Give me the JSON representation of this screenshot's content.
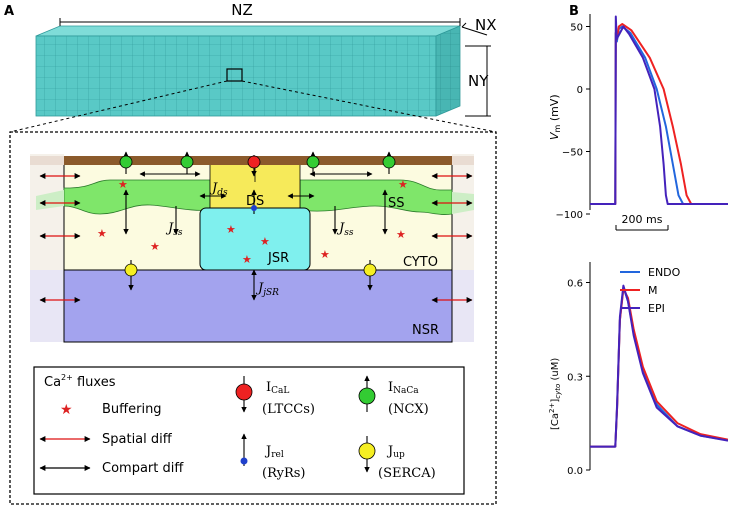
{
  "panel_a": {
    "label": "A",
    "dims": {
      "nz": "NZ",
      "nx": "NX",
      "ny": "NY"
    },
    "compartments": {
      "ds": "DS",
      "ss_left": "SS",
      "ss_right": "SS",
      "jsr": "JSR",
      "cyto": "CYTO",
      "nsr": "NSR"
    },
    "fluxes": {
      "j": "J",
      "ds_sub": "ds",
      "ss_sub": "ss",
      "jsr_sub": "jSR"
    },
    "legend": {
      "title": "Ca",
      "title_sup": "2+",
      "title_suffix": " fluxes",
      "buffering": "Buffering",
      "spatial": "Spatial diff",
      "compart": "Compart diff",
      "ical_name": "I",
      "ical_sub": "CaL",
      "ical_desc": "(LTCCs)",
      "inaca_name": "I",
      "inaca_sub": "NaCa",
      "inaca_desc": "(NCX)",
      "jrel_name": "J",
      "jrel_sub": "rel",
      "jrel_desc": "(RyRs)",
      "jup_name": "J",
      "jup_sub": "up",
      "jup_desc": "(SERCA)"
    }
  },
  "panel_b": {
    "label": "B",
    "vm_ylabel_italic": "V",
    "vm_ylabel_sub": "m",
    "vm_ylabel_unit": " (mV)",
    "scalebar": "200 ms",
    "ca_ylabel_pre": "[Ca",
    "ca_ylabel_sup": "2+",
    "ca_ylabel_post": "]",
    "ca_ylabel_sub": "cyto",
    "ca_ylabel_unit": " (uM)",
    "colors": {
      "endo": "#2266dd",
      "m": "#ee2222",
      "epi": "#4422bb"
    }
  },
  "chart_data": [
    {
      "type": "line",
      "ylabel": "Vm (mV)",
      "y_ticks": [
        "50",
        "0",
        "−50",
        "−100"
      ],
      "ylim": [
        -100,
        60
      ],
      "x_units": "ms",
      "series": [
        {
          "name": "ENDO",
          "x": [
            0,
            110,
            112,
            117,
            125,
            140,
            175,
            240,
            290,
            330,
            360,
            385,
            405,
            600
          ],
          "y": [
            -92,
            -92,
            45,
            38,
            48,
            50,
            45,
            25,
            0,
            -30,
            -60,
            -85,
            -92,
            -92
          ]
        },
        {
          "name": "M",
          "x": [
            0,
            110,
            112,
            117,
            125,
            140,
            180,
            260,
            320,
            360,
            395,
            420,
            440,
            600
          ],
          "y": [
            -92,
            -92,
            45,
            40,
            50,
            52,
            47,
            25,
            0,
            -30,
            -60,
            -85,
            -92,
            -92
          ]
        },
        {
          "name": "EPI",
          "x": [
            0,
            110,
            112,
            116,
            128,
            145,
            170,
            230,
            280,
            305,
            320,
            330,
            338,
            600
          ],
          "y": [
            -92,
            -92,
            58,
            40,
            44,
            50,
            44,
            25,
            0,
            -30,
            -60,
            -85,
            -92,
            -92
          ]
        }
      ]
    },
    {
      "type": "line",
      "ylabel": "[Ca2+]cyto (uM)",
      "y_ticks": [
        "0.6",
        "0.3",
        "0.0"
      ],
      "ylim": [
        0,
        0.64
      ],
      "x_units": "ms",
      "legend": [
        "ENDO",
        "M",
        "EPI"
      ],
      "series": [
        {
          "name": "ENDO",
          "x": [
            0,
            110,
            118,
            130,
            145,
            165,
            190,
            230,
            290,
            380,
            480,
            600
          ],
          "y": [
            0.075,
            0.075,
            0.2,
            0.48,
            0.585,
            0.54,
            0.44,
            0.32,
            0.21,
            0.14,
            0.11,
            0.095
          ]
        },
        {
          "name": "M",
          "x": [
            0,
            110,
            118,
            130,
            145,
            165,
            190,
            230,
            290,
            380,
            480,
            600
          ],
          "y": [
            0.075,
            0.075,
            0.2,
            0.48,
            0.58,
            0.55,
            0.45,
            0.33,
            0.22,
            0.15,
            0.115,
            0.097
          ]
        },
        {
          "name": "EPI",
          "x": [
            0,
            110,
            118,
            130,
            145,
            165,
            190,
            230,
            290,
            380,
            480,
            600
          ],
          "y": [
            0.075,
            0.075,
            0.21,
            0.49,
            0.59,
            0.54,
            0.43,
            0.31,
            0.2,
            0.14,
            0.11,
            0.094
          ]
        }
      ]
    }
  ]
}
